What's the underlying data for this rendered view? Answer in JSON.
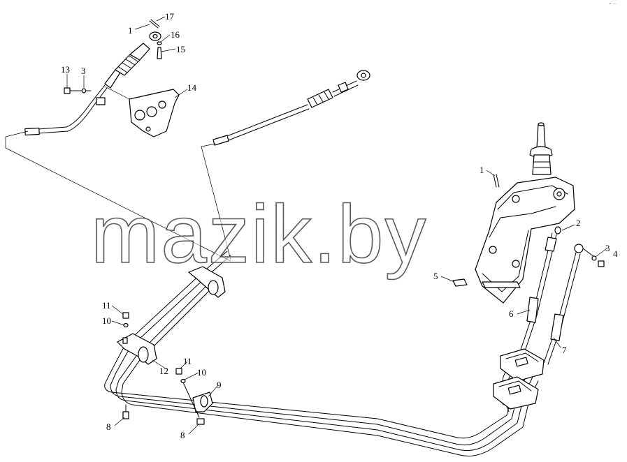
{
  "watermark": "mazik.by",
  "corner_mark": "ᵖ ···",
  "callouts": {
    "c1a": "1",
    "c17": "17",
    "c16": "16",
    "c15": "15",
    "c13": "13",
    "c3a": "3",
    "c14": "14",
    "c1b": "1",
    "c2": "2",
    "c3b": "3",
    "c4": "4",
    "c5": "5",
    "c6": "6",
    "c7": "7",
    "c11a": "11",
    "c10a": "10",
    "c12": "12",
    "c11b": "11",
    "c10b": "10",
    "c9": "9",
    "c8a": "8",
    "c8b": "8"
  }
}
